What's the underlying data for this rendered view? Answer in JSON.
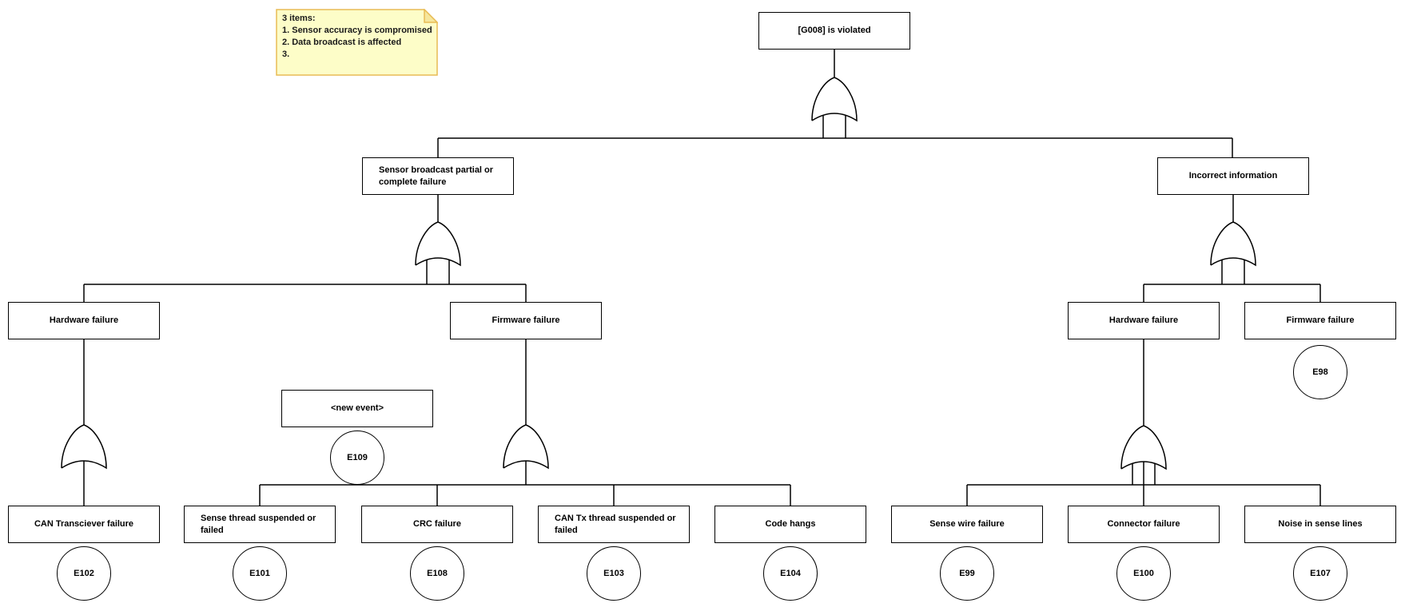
{
  "note": {
    "lines": [
      "3 items:",
      "1. Sensor accuracy is compromised",
      "2. Data broadcast is affected",
      "3."
    ]
  },
  "colors": {
    "note_fill": "#FDFDC8",
    "note_border": "#E8BC55",
    "line": "#000000",
    "node_fill": "#FFFFFF"
  },
  "tree": {
    "root": {
      "label": "[G008] is violated"
    },
    "level2": {
      "sensor_broadcast": {
        "label_lines": [
          "Sensor broadcast partial or",
          "complete failure"
        ]
      },
      "incorrect_information": {
        "label": "Incorrect information"
      }
    },
    "level3": {
      "hardware_failure_left": {
        "label": "Hardware failure"
      },
      "firmware_failure_left": {
        "label": "Firmware failure"
      },
      "hardware_failure_right": {
        "label": "Hardware failure"
      },
      "firmware_failure_right": {
        "label": "Firmware failure",
        "event_id": "E98"
      }
    },
    "new_event": {
      "label": "<new event>",
      "event_id": "E109"
    },
    "leaves": {
      "can_transciever": {
        "label": "CAN Transciever failure",
        "event_id": "E102"
      },
      "sense_thread": {
        "label_lines": [
          "Sense thread suspended or",
          "failed"
        ],
        "event_id": "E101"
      },
      "crc": {
        "label": "CRC failure",
        "event_id": "E108"
      },
      "can_tx": {
        "label_lines": [
          "CAN Tx thread suspended or",
          "failed"
        ],
        "event_id": "E103"
      },
      "code_hangs": {
        "label": "Code hangs",
        "event_id": "E104"
      },
      "sense_wire": {
        "label": "Sense wire failure",
        "event_id": "E99"
      },
      "connector": {
        "label": "Connector failure",
        "event_id": "E100"
      },
      "noise": {
        "label": "Noise in sense lines",
        "event_id": "E107"
      }
    }
  }
}
